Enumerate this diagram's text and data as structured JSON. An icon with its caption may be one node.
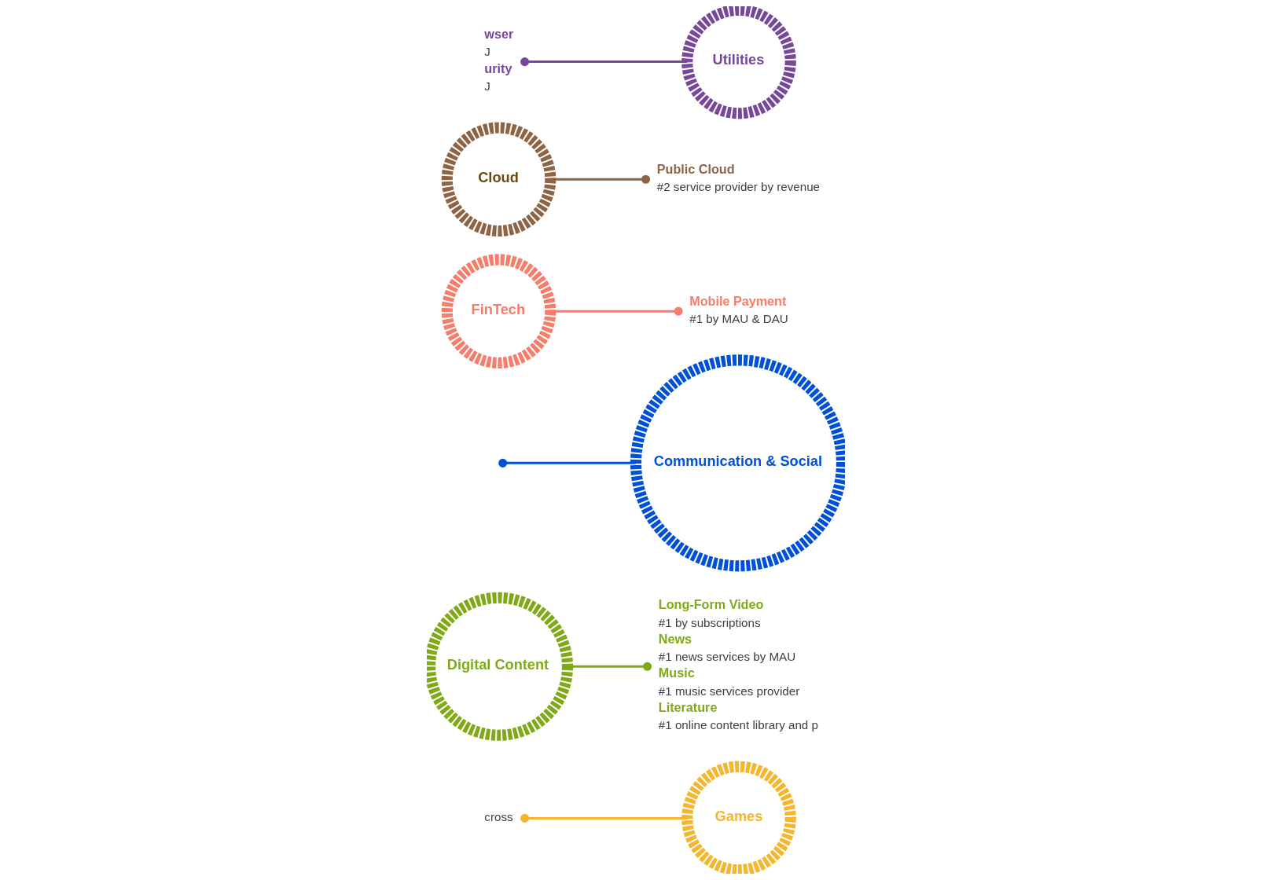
{
  "diagram": {
    "nodes": [
      {
        "text": [
          "Games"
        ]
      },
      {
        "text": [
          "Digital Content"
        ]
      },
      {
        "text": [
          "Communication & Social"
        ]
      },
      {
        "text": [
          "FinTech"
        ]
      },
      {
        "text": [
          "Cloud"
        ]
      },
      {
        "text": [
          "Utilities"
        ]
      },
      {
        "text": [
          "cross"
        ]
      },
      {
        "text": [
          "Long-Form Video",
          "#1 by subscriptions",
          "News",
          "#1 news services by MAU",
          "Music",
          "#1 music services provider",
          "Literature",
          "#1 online content library and p"
        ]
      },
      {
        "text": [
          "Mobile Payment",
          "#1 by MAU & DAU"
        ]
      },
      {
        "text": [
          "wser",
          "J",
          "urity",
          "J"
        ]
      },
      {
        "text": [
          "Public Cloud",
          "#2 service provider by revenue"
        ]
      }
    ],
    "edges": [
      {
        "from": 0,
        "to": 6,
        "arrow": "other",
        "color": "#f7b52c"
      },
      {
        "from": 1,
        "to": 7,
        "arrow": "other",
        "color": "#7fa917"
      },
      {
        "from": 2,
        "to": null,
        "arrow": "other",
        "color": "#0050d8"
      },
      {
        "from": 3,
        "to": 8,
        "arrow": "other",
        "color": "#f77c6a"
      },
      {
        "from": 4,
        "to": 10,
        "arrow": "other",
        "color": "#8f6445"
      },
      {
        "from": 5,
        "to": 9,
        "arrow": "other",
        "color": "#77479a"
      }
    ]
  }
}
